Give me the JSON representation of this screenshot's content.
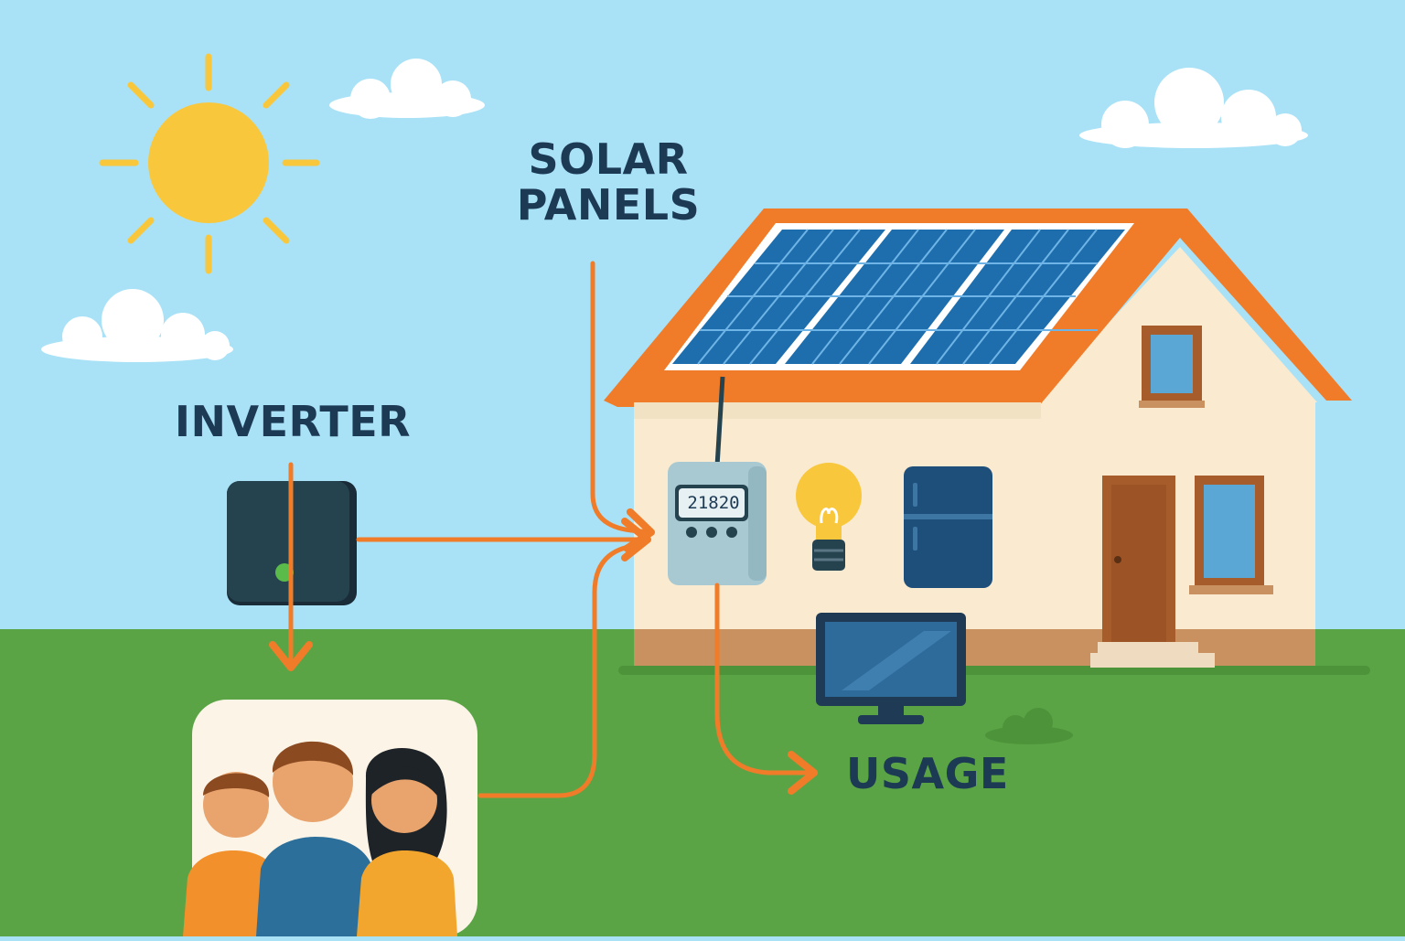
{
  "labels": {
    "solar_panels": "SOLAR\nPANELS",
    "inverter": "INVERTER",
    "usage": "USAGE"
  },
  "meter": {
    "reading": "21820"
  },
  "colors": {
    "sky": "#a9e2f7",
    "grass": "#5ba445",
    "sun": "#f9c73c",
    "roof": "#f07c2a",
    "wall": "#f9ead0",
    "panel": "#1e6ead",
    "arrow": "#f07c2a",
    "inverter": "#25424f",
    "text": "#1d3a55"
  },
  "icons": [
    "sun-icon",
    "cloud-icon",
    "solar-panel-icon",
    "inverter-icon",
    "meter-icon",
    "light-bulb-icon",
    "fridge-icon",
    "tv-icon",
    "family-icon",
    "house-icon"
  ]
}
